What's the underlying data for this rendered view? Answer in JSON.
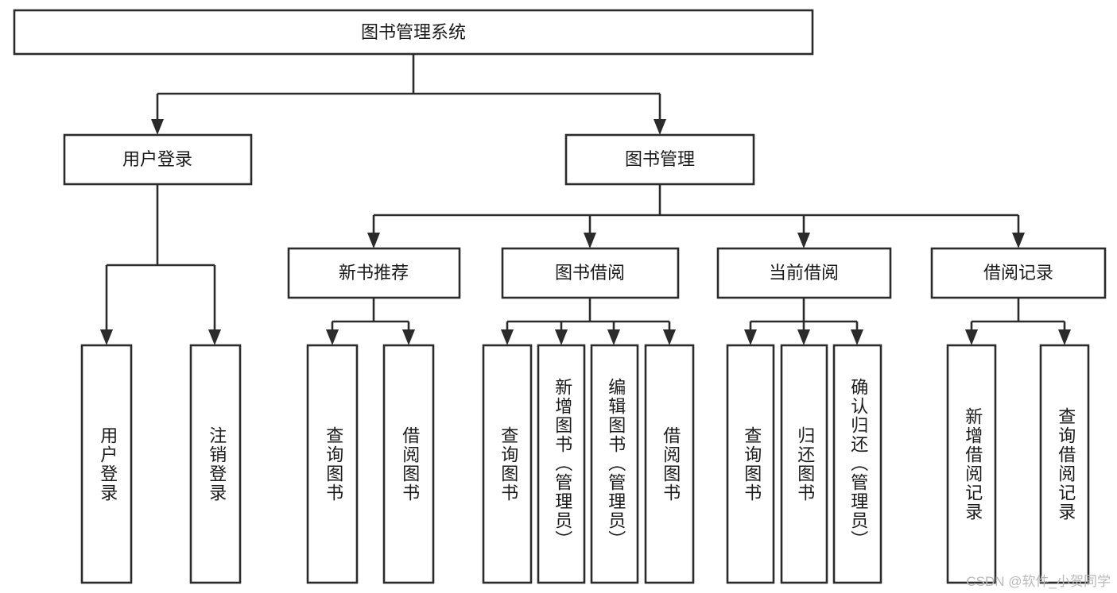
{
  "diagram": {
    "type": "tree",
    "title": "图书管理系统",
    "watermark": "CSDN @软件_小贺同学",
    "colors": {
      "stroke": "#2b2b2b",
      "fill": "#ffffff",
      "text": "#1a1a1a",
      "watermark": "#b9b9b9"
    },
    "levels": {
      "root": {
        "label": "图书管理系统"
      },
      "level2": [
        {
          "id": "user-login",
          "label": "用户登录"
        },
        {
          "id": "book-management",
          "label": "图书管理"
        }
      ],
      "level3": [
        {
          "id": "new-book-recommend",
          "label": "新书推荐",
          "parent": "book-management"
        },
        {
          "id": "book-borrow",
          "label": "图书借阅",
          "parent": "book-management"
        },
        {
          "id": "current-borrow",
          "label": "当前借阅",
          "parent": "book-management"
        },
        {
          "id": "borrow-record",
          "label": "借阅记录",
          "parent": "book-management"
        }
      ],
      "leaves": [
        {
          "id": "leaf-user-login",
          "label": "用户登录",
          "parent": "user-login"
        },
        {
          "id": "leaf-user-logout",
          "label": "注销登录",
          "parent": "user-login"
        },
        {
          "id": "leaf-query-book-1",
          "label": "查询图书",
          "parent": "new-book-recommend"
        },
        {
          "id": "leaf-borrow-book-1",
          "label": "借阅图书",
          "parent": "new-book-recommend"
        },
        {
          "id": "leaf-query-book-2",
          "label": "查询图书",
          "parent": "book-borrow"
        },
        {
          "id": "leaf-add-book",
          "label": "新增图书（管理员）",
          "parent": "book-borrow"
        },
        {
          "id": "leaf-edit-book",
          "label": "编辑图书（管理员）",
          "parent": "book-borrow"
        },
        {
          "id": "leaf-borrow-book-2",
          "label": "借阅图书",
          "parent": "book-borrow"
        },
        {
          "id": "leaf-query-book-3",
          "label": "查询图书",
          "parent": "current-borrow"
        },
        {
          "id": "leaf-return-book",
          "label": "归还图书",
          "parent": "current-borrow"
        },
        {
          "id": "leaf-confirm-return",
          "label": "确认归还（管理员）",
          "parent": "current-borrow"
        },
        {
          "id": "leaf-add-record",
          "label": "新增借阅记录",
          "parent": "borrow-record"
        },
        {
          "id": "leaf-query-record",
          "label": "查询借阅记录",
          "parent": "borrow-record"
        }
      ]
    }
  }
}
